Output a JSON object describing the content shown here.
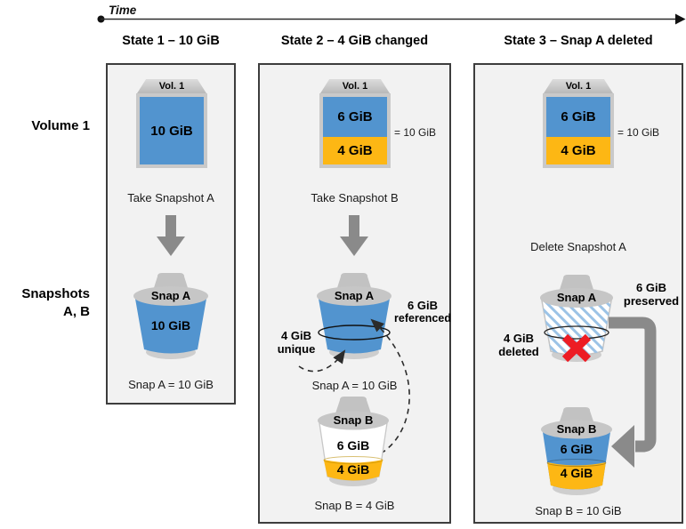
{
  "timeline": {
    "label": "Time"
  },
  "rows": {
    "volume_label": "Volume 1",
    "snapshots_label_line1": "Snapshots",
    "snapshots_label_line2": "A, B"
  },
  "colors": {
    "blue": "#5294cf",
    "orange": "#fdb714",
    "panel_bg": "#f2f2f2",
    "panel_border": "#3d3d3d",
    "icon_gray": "#c6c6c6",
    "arrow_gray": "#8a8a8a",
    "red_x": "#ed1c24",
    "hatch_blue": "#9cc3e6"
  },
  "panels": [
    {
      "title": "State 1 – 10 GiB",
      "volume": {
        "label": "Vol. 1",
        "size": "10 GiB"
      },
      "action": "Take Snapshot A",
      "snapshot_a": {
        "name": "Snap A",
        "size": "10 GiB",
        "caption": "Snap A = 10 GiB"
      }
    },
    {
      "title": "State 2 – 4 GiB changed",
      "volume": {
        "label": "Vol. 1",
        "top": "6 GiB",
        "bottom": "4 GiB",
        "total": "= 10 GiB"
      },
      "action": "Take Snapshot B",
      "snapshot_a": {
        "name": "Snap A",
        "caption": "Snap A = 10 GiB"
      },
      "annotations": {
        "left_value": "4 GiB",
        "left_label": "unique",
        "right_value": "6 GiB",
        "right_label": "referenced"
      },
      "snapshot_b": {
        "name": "Snap B",
        "top": "6 GiB",
        "bottom": "4 GiB",
        "caption": "Snap B = 4 GiB"
      }
    },
    {
      "title": "State 3 – Snap A deleted",
      "volume": {
        "label": "Vol. 1",
        "top": "6 GiB",
        "bottom": "4 GiB",
        "total": "= 10 GiB"
      },
      "action": "Delete Snapshot A",
      "snapshot_a": {
        "name": "Snap A"
      },
      "annotations": {
        "left_value": "4 GiB",
        "left_label": "deleted",
        "right_value": "6 GiB",
        "right_label": "preserved"
      },
      "snapshot_b": {
        "name": "Snap B",
        "top": "6 GiB",
        "bottom": "4 GiB",
        "caption": "Snap B = 10 GiB"
      }
    }
  ]
}
